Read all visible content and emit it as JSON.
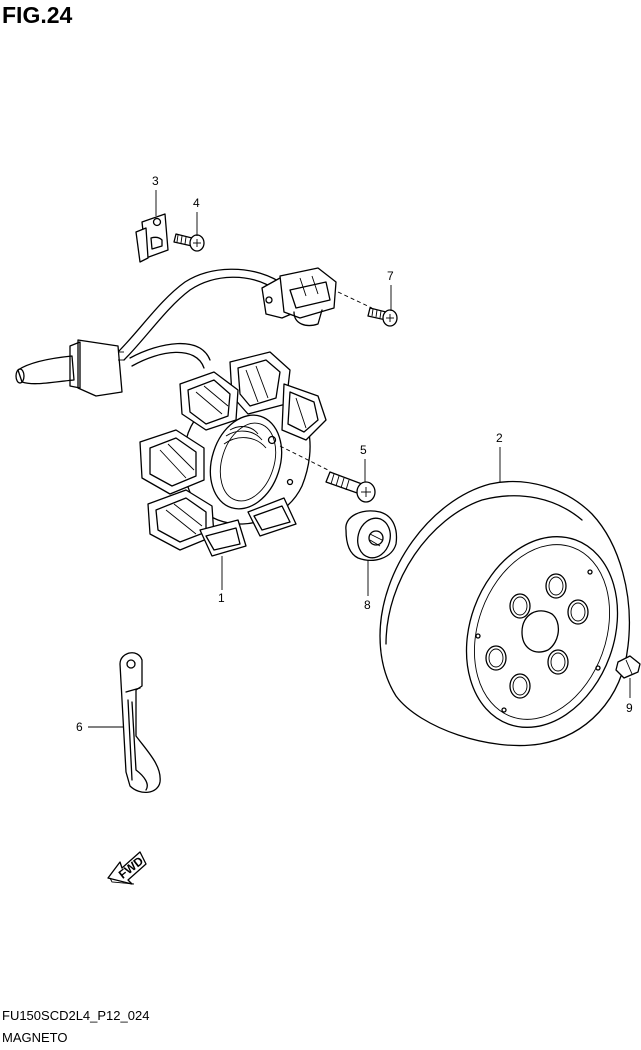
{
  "figure": {
    "title": "FIG.24",
    "code": "FU150SCD2L4_P12_024",
    "name": "MAGNETO"
  },
  "callouts": [
    {
      "number": "1",
      "part": "stator"
    },
    {
      "number": "2",
      "part": "rotor"
    },
    {
      "number": "3",
      "part": "clamp"
    },
    {
      "number": "4",
      "part": "screw"
    },
    {
      "number": "5",
      "part": "bolt"
    },
    {
      "number": "6",
      "part": "clamp"
    },
    {
      "number": "7",
      "part": "screw"
    },
    {
      "number": "8",
      "part": "nut"
    },
    {
      "number": "9",
      "part": "key"
    }
  ],
  "fwd_arrow": {
    "label": "FWD"
  }
}
